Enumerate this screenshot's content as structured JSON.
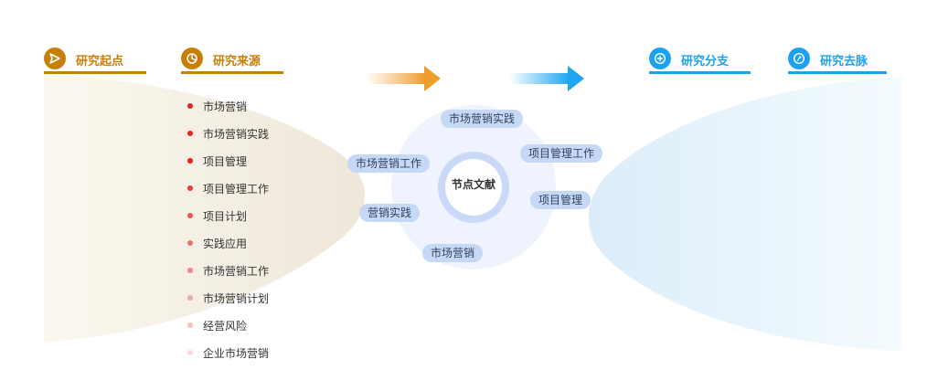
{
  "headers": {
    "origin": {
      "label": "研究起点",
      "icon": "send-icon",
      "color": "#c87f0a"
    },
    "sources": {
      "label": "研究来源",
      "icon": "pie-chart-icon",
      "color": "#c87f0a"
    },
    "branches": {
      "label": "研究分支",
      "icon": "plus-circle-icon",
      "color": "#1ea0f0"
    },
    "context": {
      "label": "研究去脉",
      "icon": "compass-icon",
      "color": "#1ea0f0"
    }
  },
  "sources_list": [
    {
      "text": "市场营销",
      "color": "#e8201f"
    },
    {
      "text": "市场营销实践",
      "color": "#e8201f"
    },
    {
      "text": "项目管理",
      "color": "#e8201f"
    },
    {
      "text": "项目管理工作",
      "color": "#ea3a35"
    },
    {
      "text": "项目计划",
      "color": "#ed5550"
    },
    {
      "text": "实践应用",
      "color": "#ef6f6b"
    },
    {
      "text": "市场营销工作",
      "color": "#f28985"
    },
    {
      "text": "市场营销计划",
      "color": "#f5a4a1"
    },
    {
      "text": "经营风险",
      "color": "#f8bfbd"
    },
    {
      "text": "企业市场营销",
      "color": "#fbdad9"
    }
  ],
  "center": {
    "label": "节点文献"
  },
  "nodes": [
    {
      "text": "市场营销实践"
    },
    {
      "text": "项目管理工作"
    },
    {
      "text": "市场营销工作"
    },
    {
      "text": "项目管理"
    },
    {
      "text": "营销实践"
    },
    {
      "text": "市场营销"
    }
  ]
}
